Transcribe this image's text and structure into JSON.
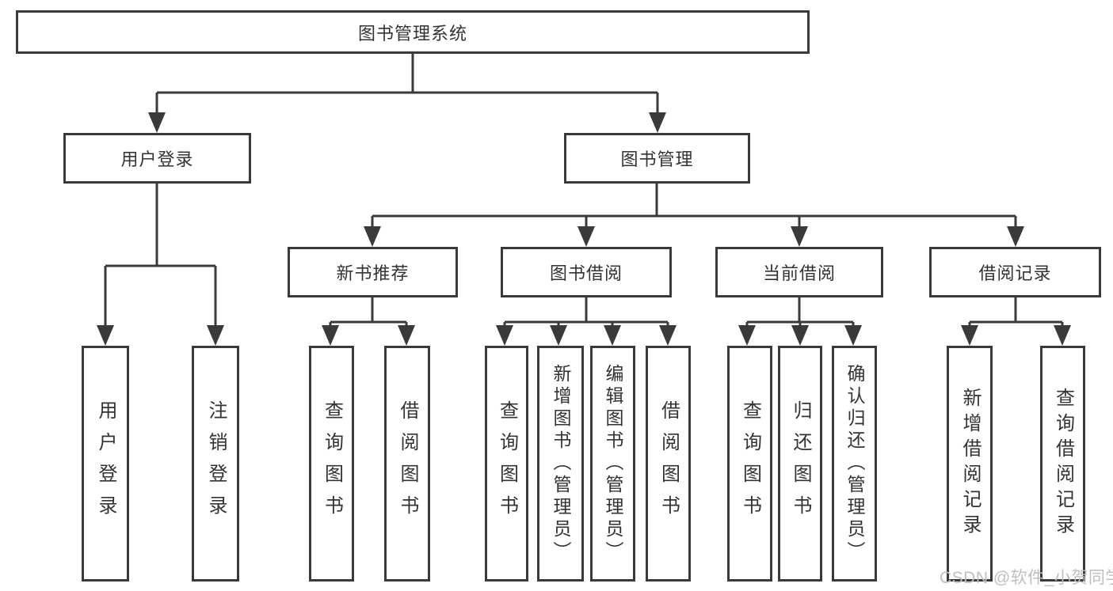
{
  "diagram": {
    "title_node": {
      "label": "图书管理系统"
    },
    "level1": [
      {
        "label": "用户登录"
      },
      {
        "label": "图书管理"
      }
    ],
    "level2": [
      {
        "label": "新书推荐",
        "parent": "图书管理"
      },
      {
        "label": "图书借阅",
        "parent": "图书管理"
      },
      {
        "label": "当前借阅",
        "parent": "图书管理"
      },
      {
        "label": "借阅记录",
        "parent": "图书管理"
      }
    ],
    "leaves": [
      {
        "label": "用户登录",
        "parent": "用户登录"
      },
      {
        "label": "注销登录",
        "parent": "用户登录"
      },
      {
        "label": "查询图书",
        "parent": "新书推荐"
      },
      {
        "label": "借阅图书",
        "parent": "新书推荐"
      },
      {
        "label": "查询图书",
        "parent": "图书借阅"
      },
      {
        "label": "新增图书（管理员）",
        "parent": "图书借阅"
      },
      {
        "label": "编辑图书（管理员）",
        "parent": "图书借阅"
      },
      {
        "label": "借阅图书",
        "parent": "图书借阅"
      },
      {
        "label": "查询图书",
        "parent": "当前借阅"
      },
      {
        "label": "归还图书",
        "parent": "当前借阅"
      },
      {
        "label": "确认归还（管理员）",
        "parent": "当前借阅"
      },
      {
        "label": "新增借阅记录",
        "parent": "借阅记录"
      },
      {
        "label": "查询借阅记录",
        "parent": "借阅记录"
      }
    ],
    "colors": {
      "line": "#3a3a3a",
      "box_border": "#3a3a3a",
      "text": "#333333",
      "background": "#ffffff"
    }
  },
  "watermark": {
    "text": "CSDN @软件_小贺同学",
    "color": "#bfbfbf"
  }
}
